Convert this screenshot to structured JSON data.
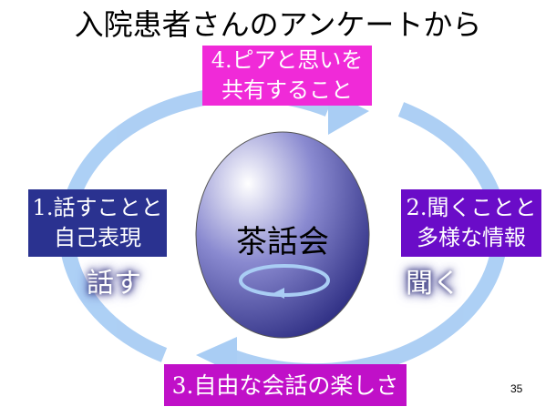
{
  "title": "入院患者さんのアンケートから",
  "center": {
    "label": "茶話会"
  },
  "boxes": {
    "item1": [
      "1.話すことと",
      "自己表現"
    ],
    "item2": [
      "2.聞くことと",
      "多様な情報"
    ],
    "item3": [
      "3.自由な会話の楽しさ"
    ],
    "item4": [
      "4.ピアと思いを",
      "共有すること"
    ]
  },
  "labels": {
    "speak": "話す",
    "listen": "聞く"
  },
  "page_number": "35",
  "colors": {
    "loop": "#a9cdf4",
    "box1": "#2a3290",
    "box2": "#6a0cc8",
    "box3": "#c010c8",
    "box4": "#f02ad8",
    "sphere": "#3a3a98"
  }
}
